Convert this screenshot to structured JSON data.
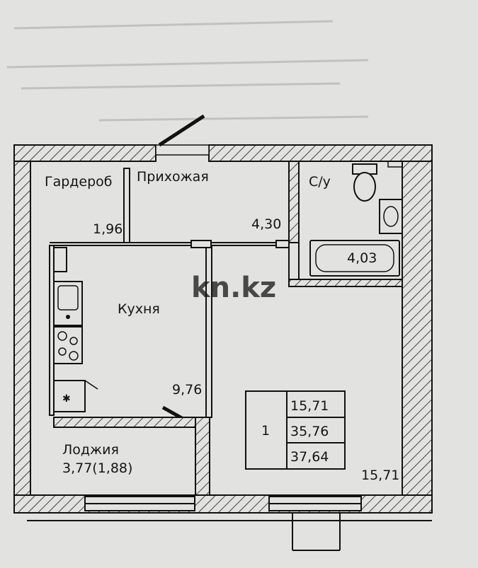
{
  "rooms": {
    "wardrobe": {
      "label": "Гардероб",
      "area": "1,96"
    },
    "hallway": {
      "label": "Прихожая",
      "area": "4,30"
    },
    "bathroom": {
      "label": "С/у",
      "area": "4,03"
    },
    "kitchen": {
      "label": "Кухня",
      "area": "9,76"
    },
    "loggia": {
      "label": "Лоджия",
      "area": "3,77(1,88)"
    },
    "living_room": {
      "area": "15,71"
    }
  },
  "summary": {
    "room_count": "1",
    "living_area": "15,71",
    "total_area": "35,76",
    "total_with_loggia": "37,64"
  },
  "watermark": "kn.kz",
  "colors": {
    "paper": "#e2e2e0",
    "ink": "#151515"
  }
}
